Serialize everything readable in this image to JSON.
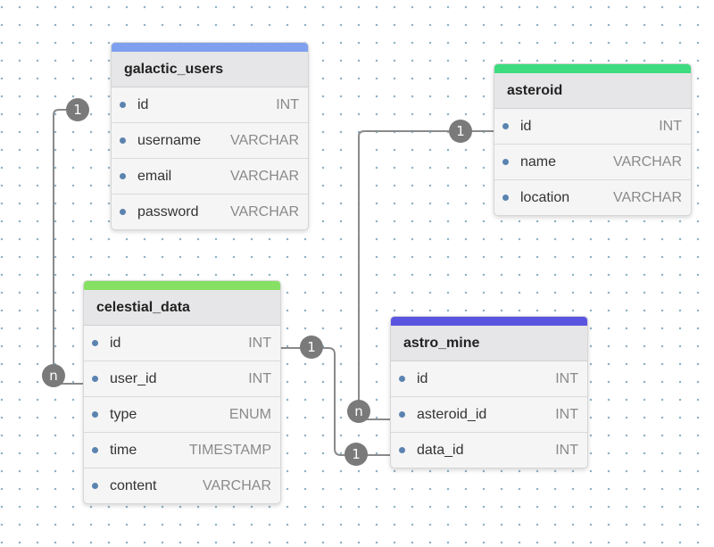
{
  "tables": {
    "galactic_users": {
      "title": "galactic_users",
      "accent": "#7fa0ee",
      "columns": [
        {
          "name": "id",
          "type": "INT"
        },
        {
          "name": "username",
          "type": "VARCHAR"
        },
        {
          "name": "email",
          "type": "VARCHAR"
        },
        {
          "name": "password",
          "type": "VARCHAR"
        }
      ]
    },
    "asteroid": {
      "title": "asteroid",
      "accent": "#3ddc7e",
      "columns": [
        {
          "name": "id",
          "type": "INT"
        },
        {
          "name": "name",
          "type": "VARCHAR"
        },
        {
          "name": "location",
          "type": "VARCHAR"
        }
      ]
    },
    "celestial_data": {
      "title": "celestial_data",
      "accent": "#86e063",
      "columns": [
        {
          "name": "id",
          "type": "INT"
        },
        {
          "name": "user_id",
          "type": "INT"
        },
        {
          "name": "type",
          "type": "ENUM"
        },
        {
          "name": "time",
          "type": "TIMESTAMP"
        },
        {
          "name": "content",
          "type": "VARCHAR"
        }
      ]
    },
    "astro_mine": {
      "title": "astro_mine",
      "accent": "#5a55e0",
      "columns": [
        {
          "name": "id",
          "type": "INT"
        },
        {
          "name": "asteroid_id",
          "type": "INT"
        },
        {
          "name": "data_id",
          "type": "INT"
        }
      ]
    }
  },
  "relationships": [
    {
      "from": "galactic_users.id",
      "from_card": "1",
      "to": "celestial_data.user_id",
      "to_card": "n"
    },
    {
      "from": "asteroid.id",
      "from_card": "1",
      "to": "astro_mine.asteroid_id",
      "to_card": "n"
    },
    {
      "from": "celestial_data.id",
      "from_card": "1",
      "to": "astro_mine.data_id",
      "to_card": "1"
    }
  ],
  "colors": {
    "connector": "#8a8a8a",
    "badge": "#7a7a7a",
    "key_dot": "#5b83b0"
  }
}
